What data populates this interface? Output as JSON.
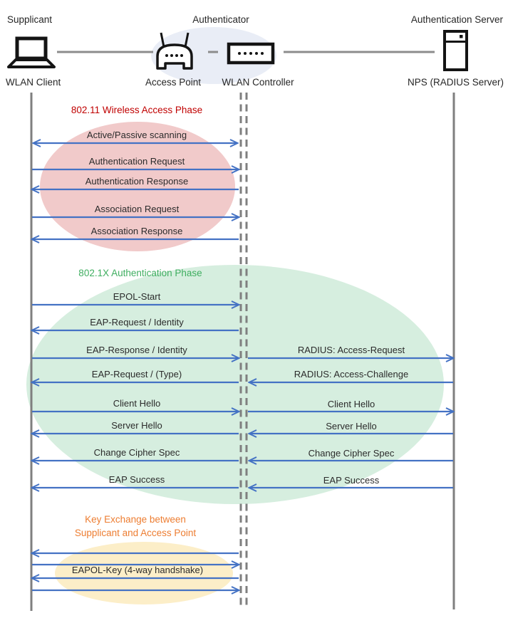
{
  "diagram": {
    "roles": [
      {
        "label": "Supplicant"
      },
      {
        "label": "Authenticator"
      },
      {
        "label": "Authentication Server"
      }
    ],
    "devices": [
      {
        "label": "WLAN Client",
        "icon": "laptop-icon"
      },
      {
        "label": "Access Point",
        "icon": "access-point-icon"
      },
      {
        "label": "WLAN Controller",
        "icon": "controller-icon"
      },
      {
        "label": "NPS (RADIUS Server)",
        "icon": "server-icon"
      }
    ],
    "phases": [
      {
        "title": "802.11 Wireless Access Phase",
        "title_color": "#C00000",
        "ellipse_fill": "#F1CACA"
      },
      {
        "title": "802.1X Authentication Phase",
        "title_color": "#3FAE60",
        "ellipse_fill": "#D6EEDF"
      },
      {
        "title_line1": "Key Exchange between",
        "title_line2": "Supplicant and Access Point",
        "title_color": "#ED7D31",
        "ellipse_fill": "#FCEEC8"
      }
    ],
    "messages": {
      "supplicant_authenticator": [
        {
          "label": "Active/Passive scanning",
          "direction": "both"
        },
        {
          "label": "Authentication Request",
          "direction": "right"
        },
        {
          "label": "Authentication Response",
          "direction": "left"
        },
        {
          "label": "Association Request",
          "direction": "right"
        },
        {
          "label": "Association Response",
          "direction": "left"
        },
        {
          "label": "EPOL-Start",
          "direction": "right"
        },
        {
          "label": "EAP-Request / Identity",
          "direction": "left"
        },
        {
          "label": "EAP-Response / Identity",
          "direction": "right"
        },
        {
          "label": "EAP-Request / (Type)",
          "direction": "left"
        },
        {
          "label": "Client Hello",
          "direction": "right"
        },
        {
          "label": "Server Hello",
          "direction": "left"
        },
        {
          "label": "Change Cipher Spec",
          "direction": "left"
        },
        {
          "label": "EAP Success",
          "direction": "left"
        },
        {
          "label": "",
          "direction": "left"
        },
        {
          "label": "",
          "direction": "right"
        },
        {
          "label": "EAPOL-Key (4-way handshake)",
          "direction": "left"
        },
        {
          "label": "",
          "direction": "right"
        }
      ],
      "authenticator_server": [
        {
          "label": "RADIUS: Access-Request",
          "direction": "right"
        },
        {
          "label": "RADIUS: Access-Challenge",
          "direction": "left"
        },
        {
          "label": "Client Hello",
          "direction": "right"
        },
        {
          "label": "Server Hello",
          "direction": "left"
        },
        {
          "label": "Change Cipher Spec",
          "direction": "left"
        },
        {
          "label": "EAP Success",
          "direction": "left"
        }
      ]
    },
    "colors": {
      "arrow": "#4472C4",
      "lifeline": "#7F7F7F",
      "connector": "#8C8C8C",
      "authenticator_halo": "#E9EDF6",
      "icon_stroke": "#141414"
    }
  }
}
